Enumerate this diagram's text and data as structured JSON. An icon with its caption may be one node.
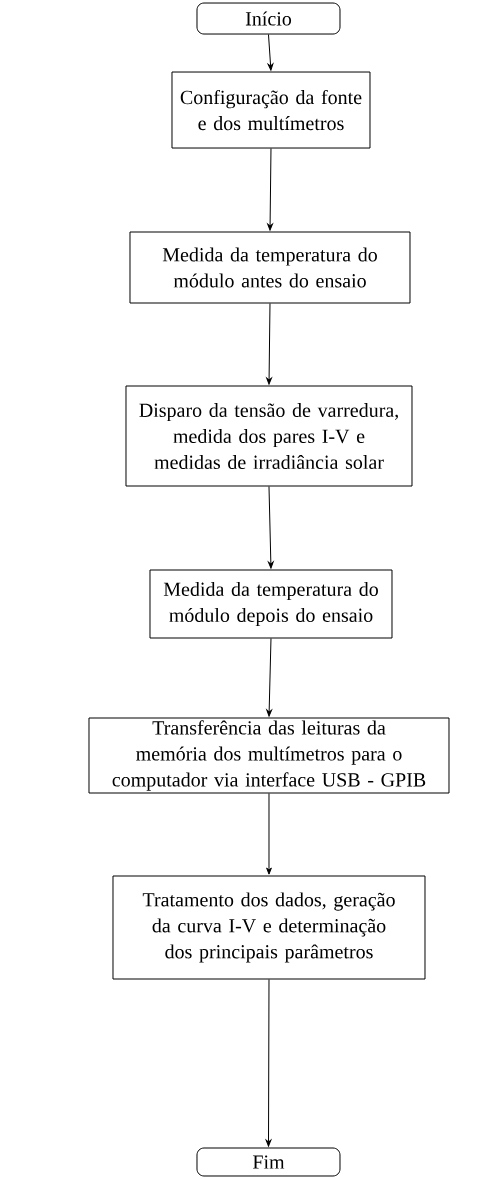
{
  "diagram": {
    "nodes": [
      {
        "text": [
          "Início"
        ]
      },
      {
        "text": [
          "Configuração da fonte e dos multímetros"
        ]
      },
      {
        "text": [
          "Medida da temperatura do módulo antes do ensaio"
        ]
      },
      {
        "text": [
          "Disparo da tensão de varredura, medida dos pares I-V e medidas de irradiância solar"
        ]
      },
      {
        "text": [
          "Medida da temperatura do módulo depois do ensaio"
        ]
      },
      {
        "text": [
          "Transferência das leituras da memória dos multímetros para o computador via interface USB - GPIB"
        ]
      },
      {
        "text": [
          "Tratamento dos dados, geração da curva I-V e determinação dos principais parâmetros"
        ]
      },
      {
        "text": [
          "Fim"
        ]
      }
    ],
    "edges": [
      {
        "from": 0,
        "to": 1,
        "arrow": "to"
      },
      {
        "from": 1,
        "to": 2,
        "arrow": "to"
      },
      {
        "from": 2,
        "to": 3,
        "arrow": "to"
      },
      {
        "from": 3,
        "to": 4,
        "arrow": "to"
      },
      {
        "from": 4,
        "to": 5,
        "arrow": "to"
      },
      {
        "from": 5,
        "to": 6,
        "arrow": "to"
      },
      {
        "from": 6,
        "to": 7,
        "arrow": "to"
      }
    ]
  }
}
